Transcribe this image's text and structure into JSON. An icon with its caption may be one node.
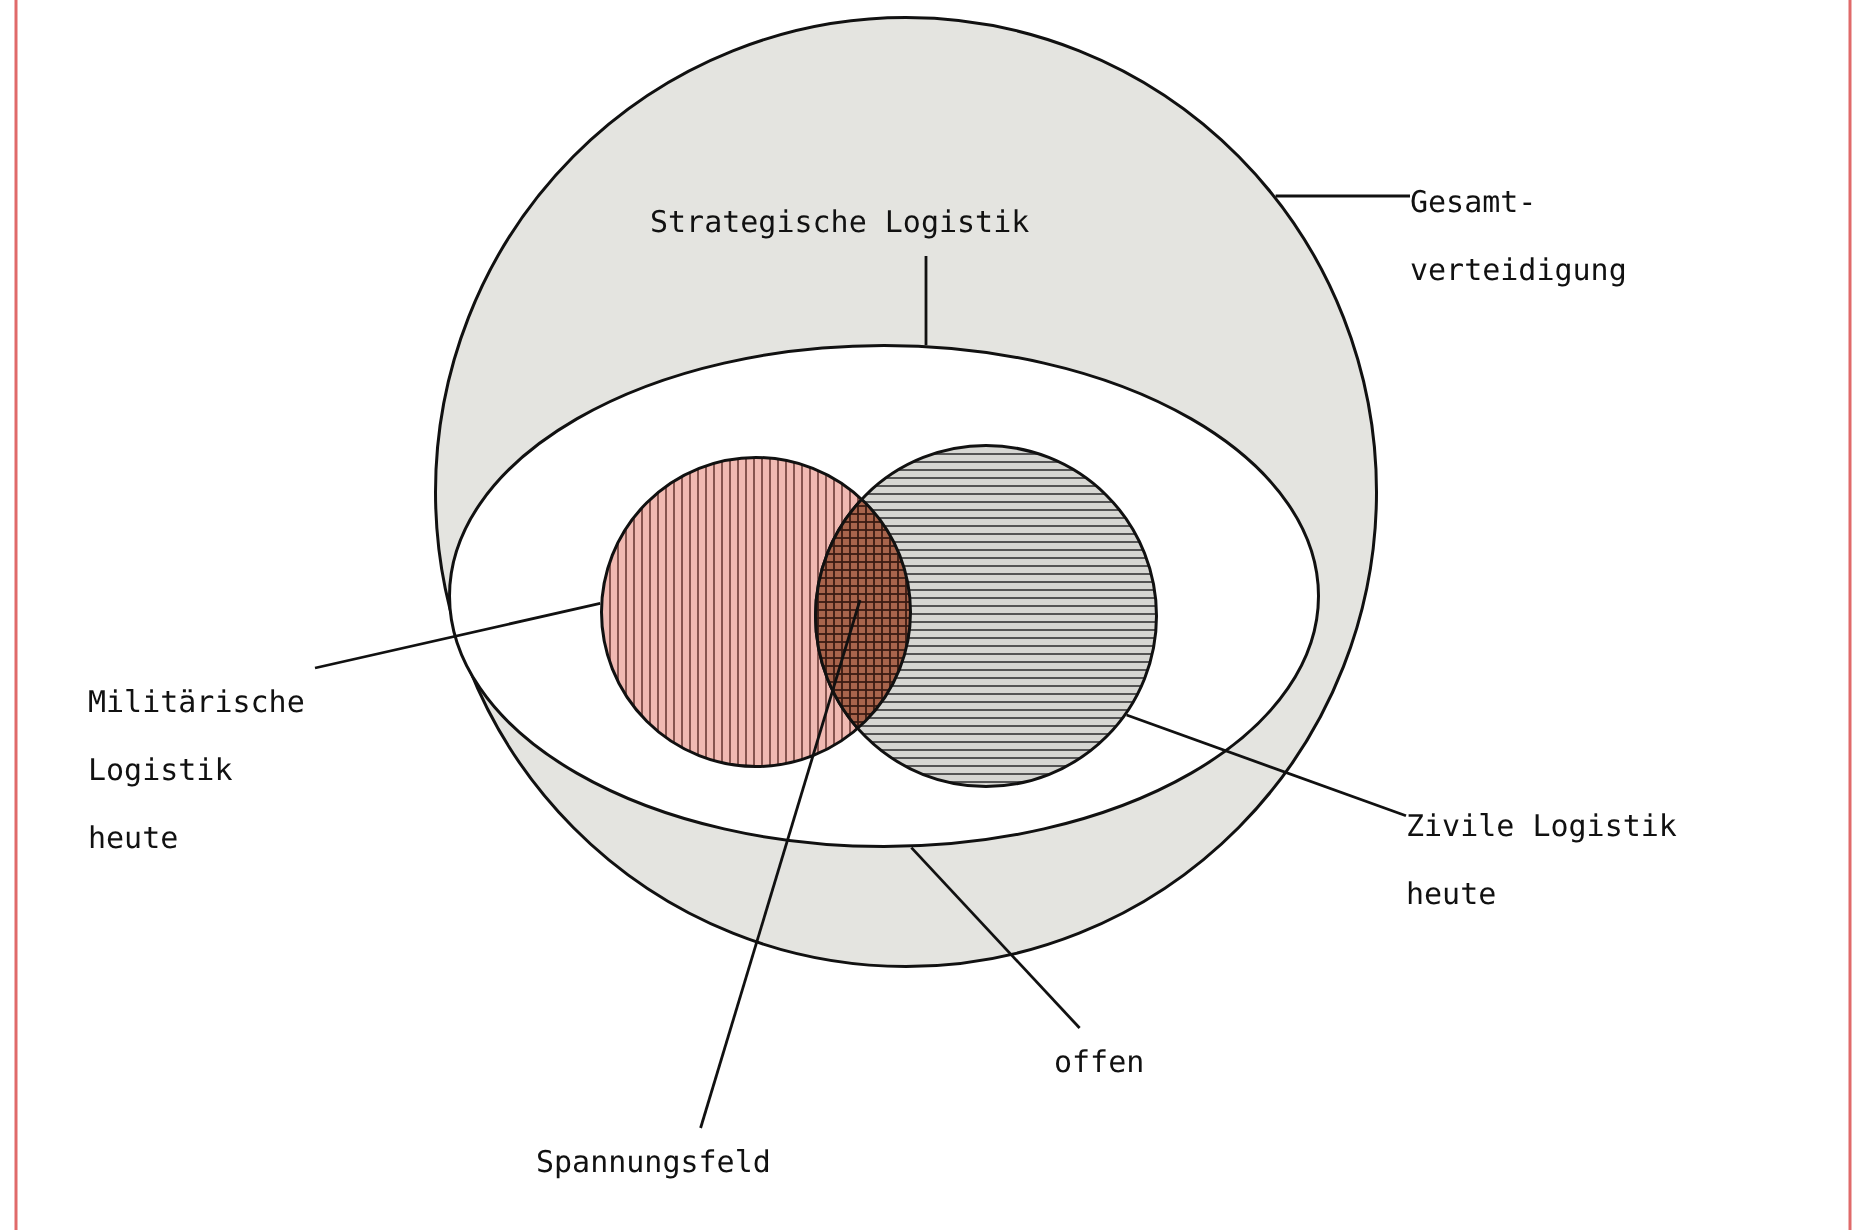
{
  "diagram": {
    "nodes": [
      {
        "text": [],
        "shape": "circle"
      },
      {
        "text": [],
        "shape": "circle",
        "in": 0
      },
      {
        "text": [],
        "shape": "circle",
        "in": 1
      },
      {
        "text": [],
        "shape": "circle",
        "in": 1
      },
      {
        "text": [
          "Strategische Logistik"
        ],
        "in": 0
      },
      {
        "text": [
          "Gesamt- verteidigung"
        ]
      },
      {
        "text": [
          "Militärische Logistik heute"
        ]
      },
      {
        "text": [
          "Zivile Logistik heute"
        ]
      },
      {
        "text": [
          "offen"
        ]
      },
      {
        "text": [
          "Spannungsfeld"
        ]
      }
    ],
    "edges": [
      {
        "from": 5,
        "to": 0,
        "arrow": "none"
      },
      {
        "from": 4,
        "to": 1,
        "arrow": "none"
      },
      {
        "from": 6,
        "to": 2,
        "arrow": "none"
      },
      {
        "from": 7,
        "to": 3,
        "arrow": "none"
      },
      {
        "from": 8,
        "to": 1,
        "arrow": "none"
      },
      {
        "from": 9,
        "to": 2,
        "arrow": "none"
      }
    ]
  }
}
